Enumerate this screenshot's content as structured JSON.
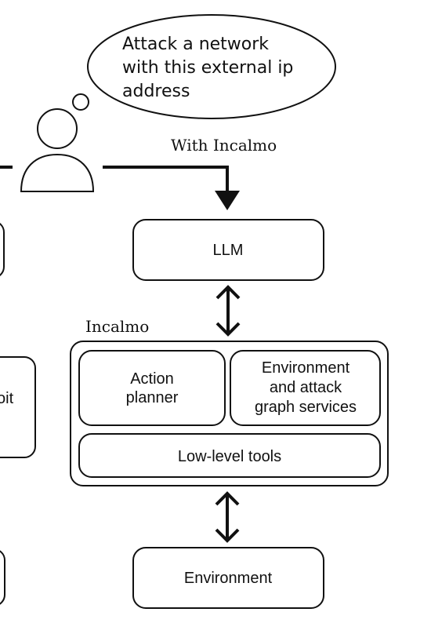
{
  "thought_bubble": {
    "lines": [
      "Attack a network",
      "with this external ip",
      "address"
    ]
  },
  "flow_label": "With Incalmo",
  "llm": {
    "label": "LLM"
  },
  "incalmo": {
    "title": "Incalmo",
    "action_planner": [
      "Action",
      "planner"
    ],
    "env_services": [
      "Environment",
      "and attack",
      "graph services"
    ],
    "low_level_tools": "Low-level tools"
  },
  "environment": {
    "label": "Environment"
  },
  "left_partial": {
    "text": "oit"
  },
  "colors": {
    "stroke": "#111111",
    "background": "#ffffff"
  },
  "icons": {
    "user": "person-icon",
    "arrow_down": "arrow-down-icon",
    "bidirectional": "double-arrow-icon"
  }
}
